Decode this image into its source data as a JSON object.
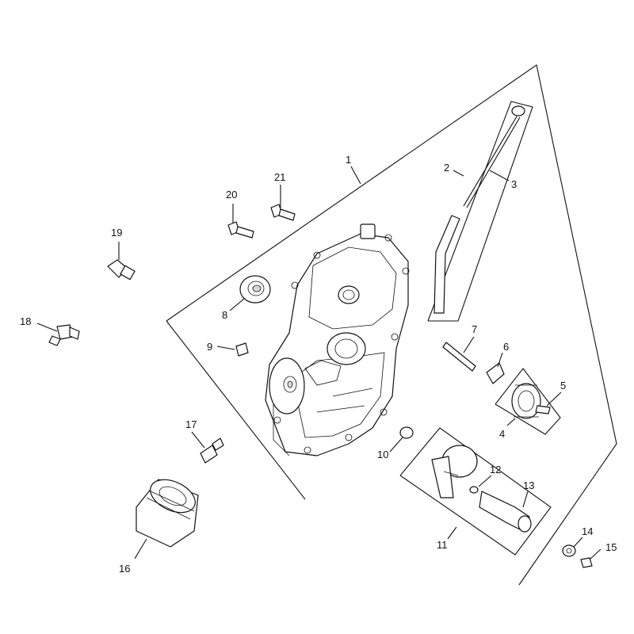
{
  "callouts": [
    "1",
    "2",
    "3",
    "4",
    "5",
    "6",
    "7",
    "8",
    "9",
    "10",
    "11",
    "12",
    "13",
    "14",
    "15",
    "16",
    "17",
    "18",
    "19",
    "20",
    "21"
  ],
  "colors": {
    "ink": "#111111",
    "paper": "#ffffff"
  }
}
